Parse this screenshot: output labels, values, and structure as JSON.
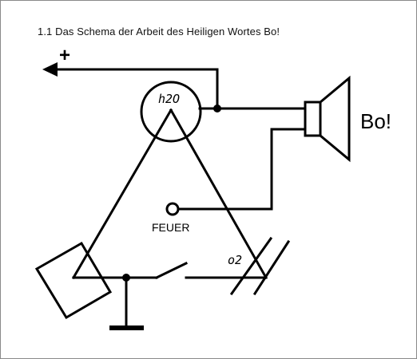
{
  "title": "1.1 Das Schema der Arbeit des Heiligen Wortes Bo!",
  "labels": {
    "plus": "+",
    "h2o": "h2O",
    "bo": "Bo!",
    "feuer": "FEUER",
    "o2": "o2"
  }
}
